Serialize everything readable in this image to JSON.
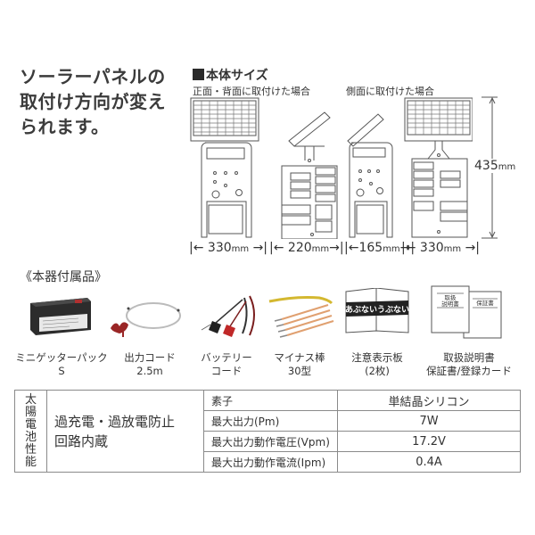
{
  "headline": {
    "line1": "ソーラーパネルの",
    "line2": "取付け方向が変え",
    "line3": "られます。"
  },
  "size_section": {
    "title": "本体サイズ",
    "caption_front": "正面・背面に取付けた場合",
    "caption_side": "側面に取付けた場合",
    "dim_front_width": "330",
    "dim_front_depth": "220",
    "dim_side_depth": "165",
    "dim_side_width": "330",
    "dim_height": "435",
    "unit": "mm"
  },
  "accessories": {
    "title": "《本器付属品》",
    "items": [
      {
        "line1": "ミニゲッターパックS",
        "line2": ""
      },
      {
        "line1": "出力コード",
        "line2": "2.5m"
      },
      {
        "line1": "バッテリー",
        "line2": "コード"
      },
      {
        "line1": "マイナス棒",
        "line2": "30型"
      },
      {
        "line1": "注意表示板",
        "line2": "(2枚)"
      },
      {
        "line1": "取扱説明書",
        "line2": "保証書/登録カード"
      }
    ],
    "sign_text": "あぶないうぶない",
    "manual_label": "取扱説明書",
    "warranty_label": "保証書"
  },
  "spec_table": {
    "category": [
      "太",
      "陽",
      "電",
      "池",
      "性",
      "能"
    ],
    "feature_line1": "過充電・過放電防止",
    "feature_line2": "回路内蔵",
    "rows": [
      {
        "label": "素子",
        "value": "単結晶シリコン"
      },
      {
        "label": "最大出力(Pm)",
        "value": "7W"
      },
      {
        "label": "最大出力動作電圧(Vpm)",
        "value": "17.2V"
      },
      {
        "label": "最大出力動作電流(Ipm)",
        "value": "0.4A"
      }
    ]
  }
}
